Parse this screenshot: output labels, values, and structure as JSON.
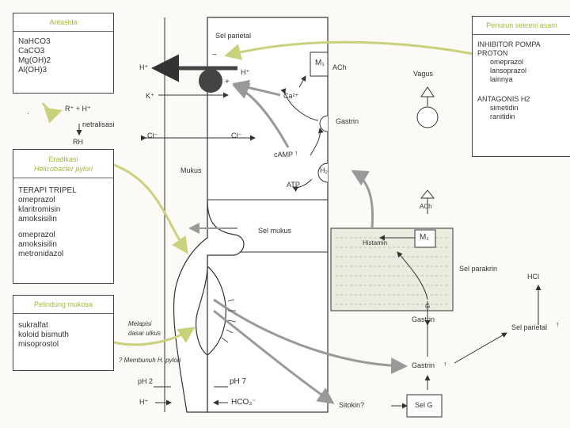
{
  "boxes": {
    "antasida": {
      "title": "Antasida",
      "items": [
        "NaHCO3",
        "CaCO3",
        "Mg(OH)2",
        "Al(OH)3"
      ]
    },
    "eradikasi": {
      "title": "Eradikasi",
      "subtitle": "Helicobacter pylori",
      "terapi_title": "TERAPI TRIPEL",
      "group1": [
        "omeprazol",
        "klaritromisin",
        "amoksisilin"
      ],
      "group2": [
        "omeprazol",
        "amoksisilin",
        "metronidazol"
      ]
    },
    "pelindung": {
      "title": "Pelindung mukosa",
      "items": [
        "sukralfat",
        "koloid bismuth",
        "misoprostol"
      ]
    },
    "penurun": {
      "title": "Penurun sekresi asam",
      "inhibitor_title": "INHIBITOR POMPA PROTON",
      "inhibitor_items": [
        "omeprazol",
        "lansoprazol",
        "lainnya"
      ],
      "antagonis_title": "ANTAGONIS H2",
      "antagonis_items": [
        "simetidin",
        "ranitidin"
      ]
    }
  },
  "labels": {
    "sel_parietal": "Sel parietal",
    "minus": "−",
    "plus": "+",
    "h_plus": "H⁺",
    "h_plus_inner": "H⁺",
    "k_plus": "K⁺",
    "cl_outer": "Cl⁻",
    "cl_inner": "Cl⁻",
    "ca": "Ca²⁺",
    "m1_top": "M₁",
    "ach_top": "ACh",
    "vagus": "Vagus",
    "gastrin_receptor": "Gastrin",
    "camp": "cAMP",
    "camp_arrow": "↑",
    "h2": "H₂",
    "atp": "ATP",
    "mukus": "Mukus",
    "ach_mid": "ACh",
    "sel_mukus": "Sel mukus",
    "histamin": "Histamin",
    "m1_mid": "M₁",
    "sel_parakrin": "Sel parakrin",
    "hcl": "HCl",
    "gastrin_g": "G",
    "gastrin_mid": "Gastrin",
    "melapisi": "Melapisi",
    "melapisi2": "dasar ulkus",
    "h_pylori": "? Membunuh H. pylori",
    "gastrin_low": "Gastrin",
    "gastrin_low_arrow": "↑",
    "sel_parietal_right": "Sel parietal",
    "sel_parietal_right_arrow": "↑",
    "ph2": "pH 2",
    "ph7": "pH 7",
    "h_plus_low": "H⁺",
    "hco3": "HCO₃⁻",
    "sitokin": "Sitokin?",
    "sel_g": "Sel G",
    "rh_plus": "R⁺ + H⁺",
    "netralisasi": "netralisasi",
    "rh": "RH",
    "bullet": "·"
  },
  "colors": {
    "accent": "#a8b83a",
    "line": "#333333",
    "band": "#c8ccc0"
  }
}
